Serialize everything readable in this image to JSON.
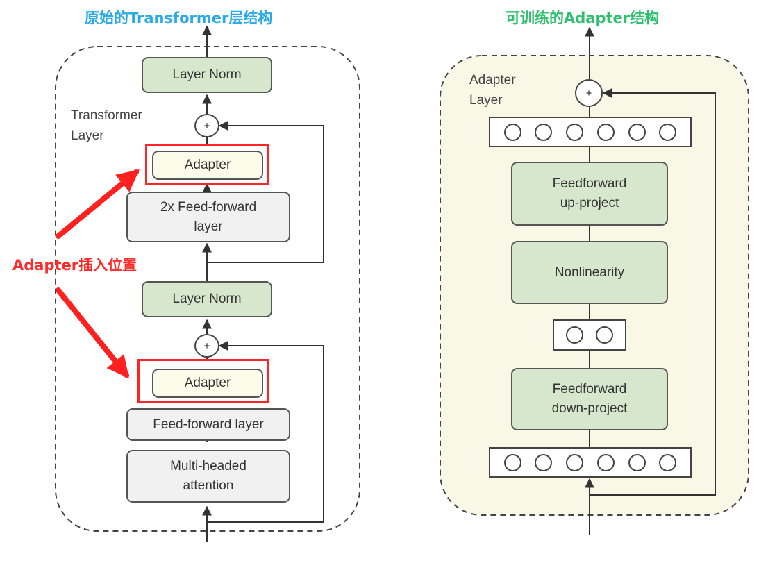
{
  "titles": {
    "left": "原始的Transformer层结构",
    "right": "可训练的Adapter结构"
  },
  "left_diagram": {
    "group_label": "Transformer\nLayer",
    "top_layer_norm": "Layer Norm",
    "adapter_top": "Adapter",
    "ffn_block": "2x Feed-forward\nlayer",
    "middle_layer_norm": "Layer Norm",
    "adapter_bottom": "Adapter",
    "ffn_layer": "Feed-forward layer",
    "attention": "Multi-headed\nattention",
    "plus_top": "+",
    "plus_bottom": "+"
  },
  "annotation": {
    "text": "Adapter插入位置",
    "color": "#ff2a2a"
  },
  "right_diagram": {
    "group_label": "Adapter\nLayer",
    "up_project": "Feedforward\nup-project",
    "nonlinearity": "Nonlinearity",
    "down_project": "Feedforward\ndown-project",
    "plus": "+",
    "top_neurons": 6,
    "middle_neurons": 2,
    "bottom_neurons": 6
  },
  "colors": {
    "left_title": "#29a9e8",
    "right_title": "#2ec06e",
    "green_box": "#d6e7cd",
    "gray_box": "#f1f1f1",
    "adapter_box": "#fdfbea",
    "adapter_panel": "#f9f8e6",
    "highlight": "#ff2525"
  }
}
